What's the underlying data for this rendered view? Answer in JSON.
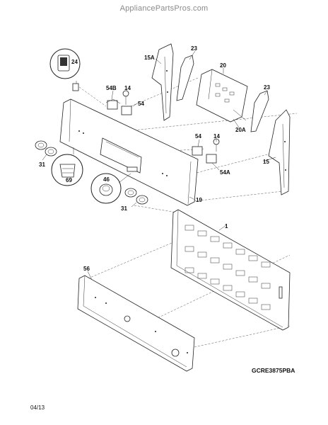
{
  "watermark": "AppliancePartsPros.com",
  "diagram_code": "GCRE3875PBA",
  "date": "04/13",
  "callouts": {
    "c24": "24",
    "c15A": "15A",
    "c23a": "23",
    "c20": "20",
    "c23b": "23",
    "c54B": "54B",
    "c14a": "14",
    "c54a": "54",
    "c20A": "20A",
    "c15": "15",
    "c54b": "54",
    "c14b": "14",
    "c54A": "54A",
    "c31a": "31",
    "c69": "69",
    "c46": "46",
    "c19": "19",
    "c31b": "31",
    "c1": "1",
    "c56": "56"
  }
}
